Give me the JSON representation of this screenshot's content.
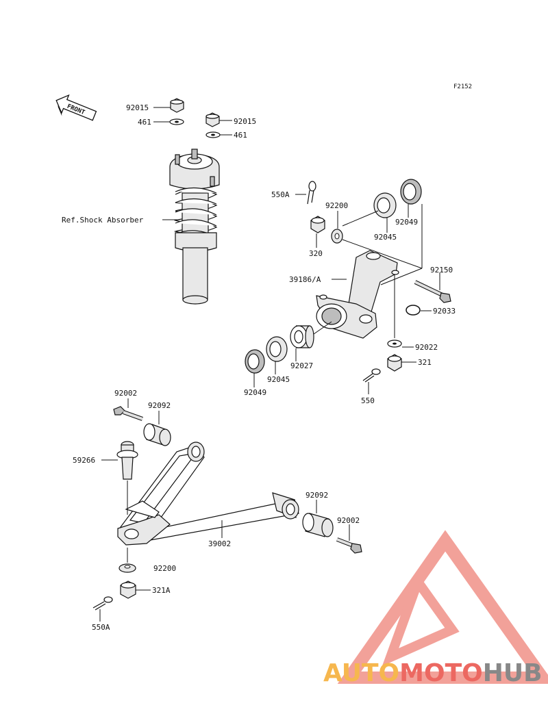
{
  "figure_code": "F2152",
  "front_label": "FRONT",
  "ref_label": "Ref.Shock Absorber",
  "labels": {
    "l92015a": "92015",
    "l461a": "461",
    "l92015b": "92015",
    "l461b": "461",
    "l550A_top": "550A",
    "l92200_top": "92200",
    "l320": "320",
    "l92045_top": "92045",
    "l92049_top": "92049",
    "l39186": "39186/A",
    "l92150": "92150",
    "l92033": "92033",
    "l92022": "92022",
    "l321": "321",
    "l550": "550",
    "l92027": "92027",
    "l92045_bot": "92045",
    "l92049_bot": "92049",
    "l92002_top": "92002",
    "l92092_top": "92092",
    "l59266": "59266",
    "l92092_bot": "92092",
    "l92002_bot": "92002",
    "l39002": "39002",
    "l92200_bot": "92200",
    "l321A": "321A",
    "l550A_bot": "550A"
  },
  "watermark": {
    "part1": "AUTO",
    "part2": "MOTO",
    "part3": "HUB",
    "color1": "#f5a623",
    "color2": "#e8433a",
    "color3": "#6b6b6b",
    "logo_color": "#f08a80"
  }
}
